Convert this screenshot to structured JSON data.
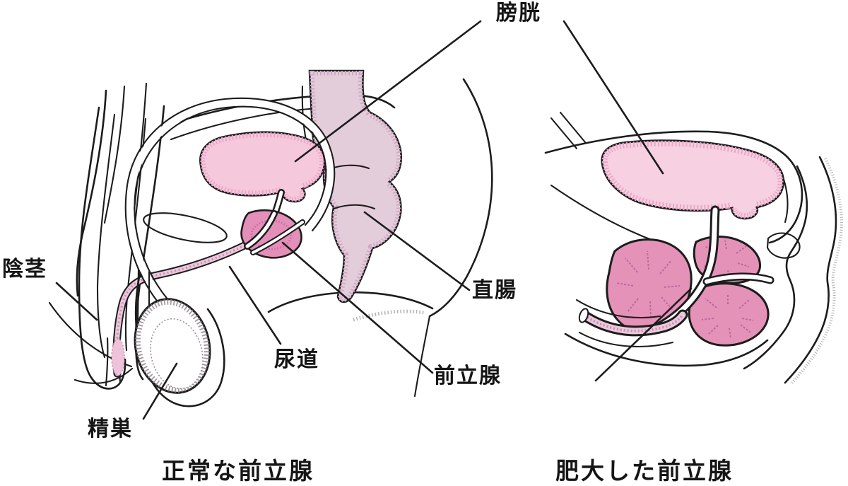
{
  "colors": {
    "outline": "#1c1c1c",
    "bladder_fill": "#f6c8db",
    "bladder_right_fill": "#f7d0e1",
    "bladder_stipple": "#e9a6c8",
    "rectum_fill": "#e4cdda",
    "rectum_stipple": "#cfaac4",
    "prostate_fill": "#e38fb8",
    "prostate_right_fill": "#e592b9",
    "prostate_texture": "#b5639a",
    "urethra_core": "#ecc7db",
    "urethra_stipple": "#c490b2"
  },
  "labels": {
    "bladder": "膀胱",
    "penis": "陰茎",
    "urethra": "尿道",
    "rectum": "直腸",
    "prostate": "前立腺",
    "testis": "精巣"
  },
  "captions": {
    "normal": "正常な前立腺",
    "enlarged": "肥大した前立腺"
  }
}
